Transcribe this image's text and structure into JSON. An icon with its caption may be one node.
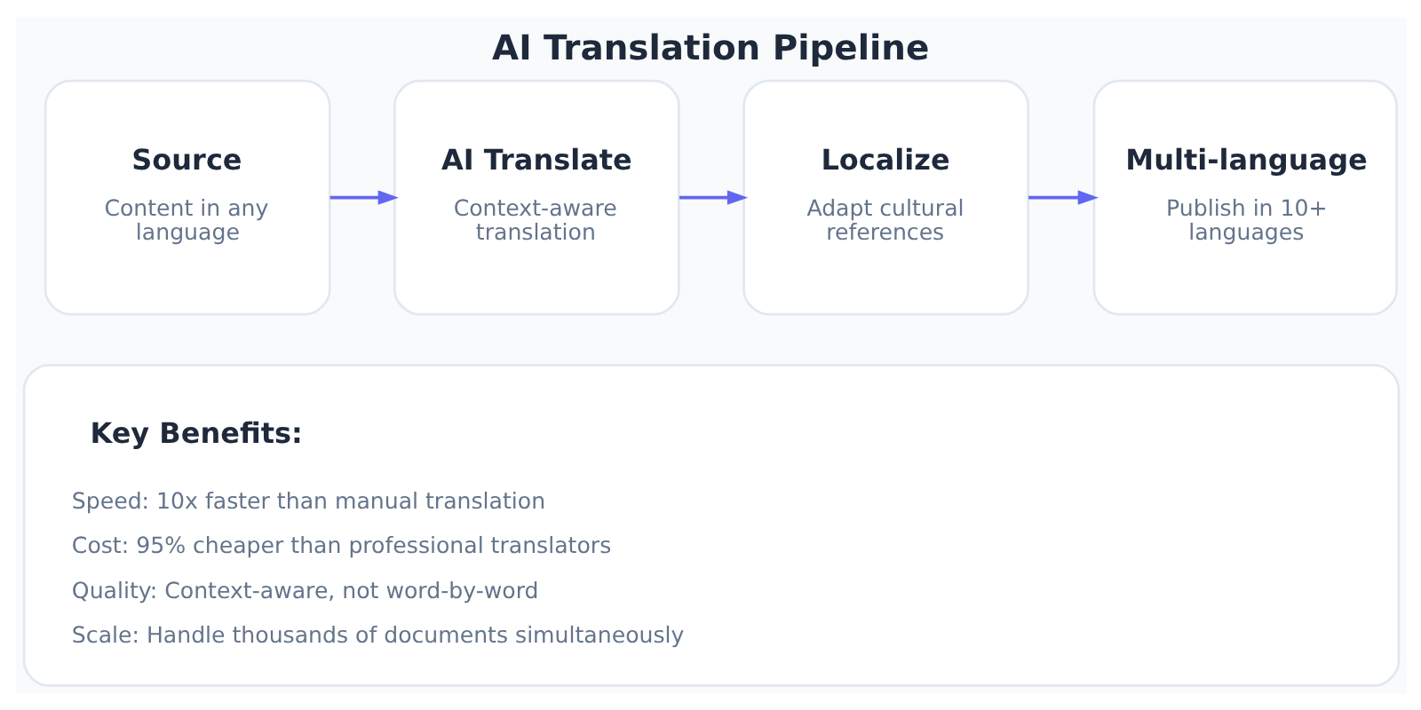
{
  "diagram": {
    "title": "AI Translation Pipeline",
    "nodes": [
      {
        "text": [
          "Source",
          "Content in any language"
        ]
      },
      {
        "text": [
          "AI Translate",
          "Context-aware translation"
        ]
      },
      {
        "text": [
          "Localize",
          "Adapt cultural references"
        ]
      },
      {
        "text": [
          "Multi-language",
          "Publish in 10+ languages"
        ]
      },
      {
        "text": [
          "Key Benefits:",
          "Speed: 10x faster than manual translation",
          "Cost: 95% cheaper than professional translators",
          "Quality: Context-aware, not word-by-word",
          "Scale: Handle thousands of documents simultaneously"
        ]
      }
    ],
    "edges": [
      {
        "from": 0,
        "to": 1,
        "arrow": "to"
      },
      {
        "from": 1,
        "to": 2,
        "arrow": "to"
      },
      {
        "from": 2,
        "to": 3,
        "arrow": "to"
      }
    ]
  }
}
